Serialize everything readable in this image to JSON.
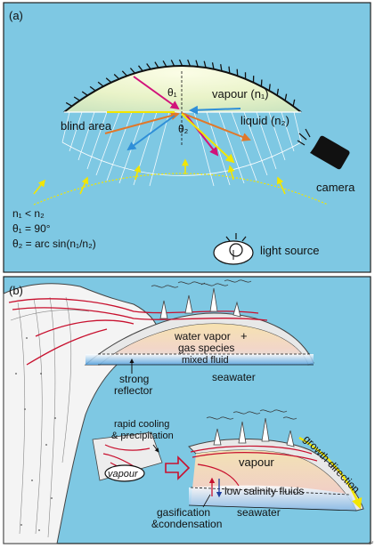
{
  "panel_a": {
    "label": "(a)",
    "vapour": "vapour (n₁)",
    "liquid": "liquid (n₂)",
    "blind_area": "blind area",
    "theta1": "θ₁",
    "theta2": "θ₂",
    "camera": "camera",
    "light_source": "light source",
    "eq1": "n₁ < n₂",
    "eq2": "θ₁ = 90°",
    "eq3": "θ₂ = arc sin(n₁/n₂)"
  },
  "panel_b": {
    "label": "(b)",
    "water_vapor": "water vapor",
    "gas_species": "gas species",
    "plus": "+",
    "mixed_fluid": "mixed fluid",
    "seawater_top": "seawater",
    "strong": "strong",
    "reflector": "reflector",
    "rapid_cooling": "rapid cooling",
    "precipitation": "& precipitation",
    "vapour_small": "vapour",
    "vapour_big": "vapour",
    "low_salinity": "low salinity fluids",
    "gasification": "gasification",
    "condensation": "&condensation",
    "seawater_bottom": "seawater",
    "growth_direction": "growth direction"
  },
  "colors": {
    "panel_bg": "#7ec8e3",
    "incident": "#d1127a",
    "refracted": "#e0782a",
    "blue_ray": "#2f8fd8",
    "yellow_ray": "#f2e600",
    "vent_red": "#c8102e"
  },
  "corner_mark": "↵"
}
